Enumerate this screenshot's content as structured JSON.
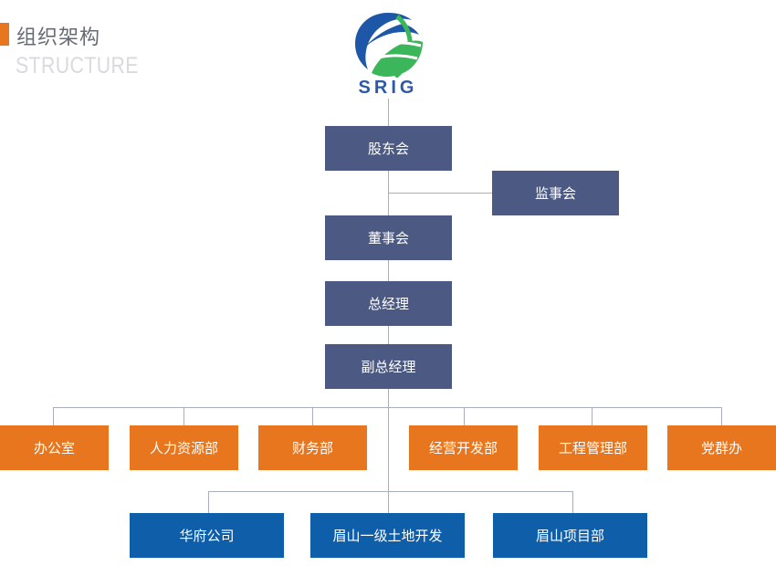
{
  "header": {
    "title_cn": "组织架构",
    "title_en": "STRUCTURE"
  },
  "logo": {
    "text": "SRIG"
  },
  "colors": {
    "management": "#4c5a83",
    "department": "#e8761e",
    "project": "#0e5eaa",
    "accent": "#e8761e"
  },
  "chain": {
    "shareholders": "股东会",
    "supervisors": "监事会",
    "board": "董事会",
    "general_manager": "总经理",
    "deputy_gm": "副总经理"
  },
  "departments": [
    "办公室",
    "人力资源部",
    "财务部",
    "经营开发部",
    "工程管理部",
    "党群办"
  ],
  "projects": [
    "华府公司",
    "眉山一级土地开发",
    "眉山项目部"
  ]
}
